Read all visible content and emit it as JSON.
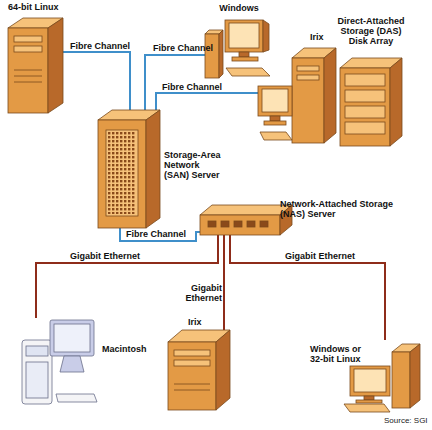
{
  "diagram": {
    "nodes": [
      {
        "text": [
          "64-bit Linux"
        ]
      },
      {
        "text": [
          "Windows"
        ]
      },
      {
        "text": [
          "Irix"
        ]
      },
      {
        "text": [
          "Direct-Attached Storage (DAS) Disk Array"
        ]
      },
      {
        "text": [
          "Storage-Area Network (SAN) Server"
        ]
      },
      {
        "text": [
          "Network-Attached Storage (NAS) Server"
        ]
      },
      {
        "text": [
          "Macintosh"
        ]
      },
      {
        "text": [
          "Irix"
        ]
      },
      {
        "text": [
          "Windows or 32-bit Linux"
        ]
      }
    ],
    "edges": [
      {
        "from": 0,
        "to": 4,
        "label": "Fibre Channel",
        "arrow": "none"
      },
      {
        "from": 4,
        "to": 1,
        "label": "Fibre Channel",
        "arrow": "none"
      },
      {
        "from": 4,
        "to": 2,
        "label": "Fibre Channel",
        "arrow": "none"
      },
      {
        "from": 4,
        "to": 5,
        "label": "Fibre Channel",
        "arrow": "none"
      },
      {
        "from": 5,
        "to": 6,
        "label": "Gigabit Ethernet",
        "arrow": "none"
      },
      {
        "from": 5,
        "to": 7,
        "label": "Gigabit Ethernet",
        "arrow": "none"
      },
      {
        "from": 5,
        "to": 8,
        "label": "Gigabit Ethernet",
        "arrow": "none"
      }
    ],
    "labels": [
      "Source: SGI"
    ]
  }
}
